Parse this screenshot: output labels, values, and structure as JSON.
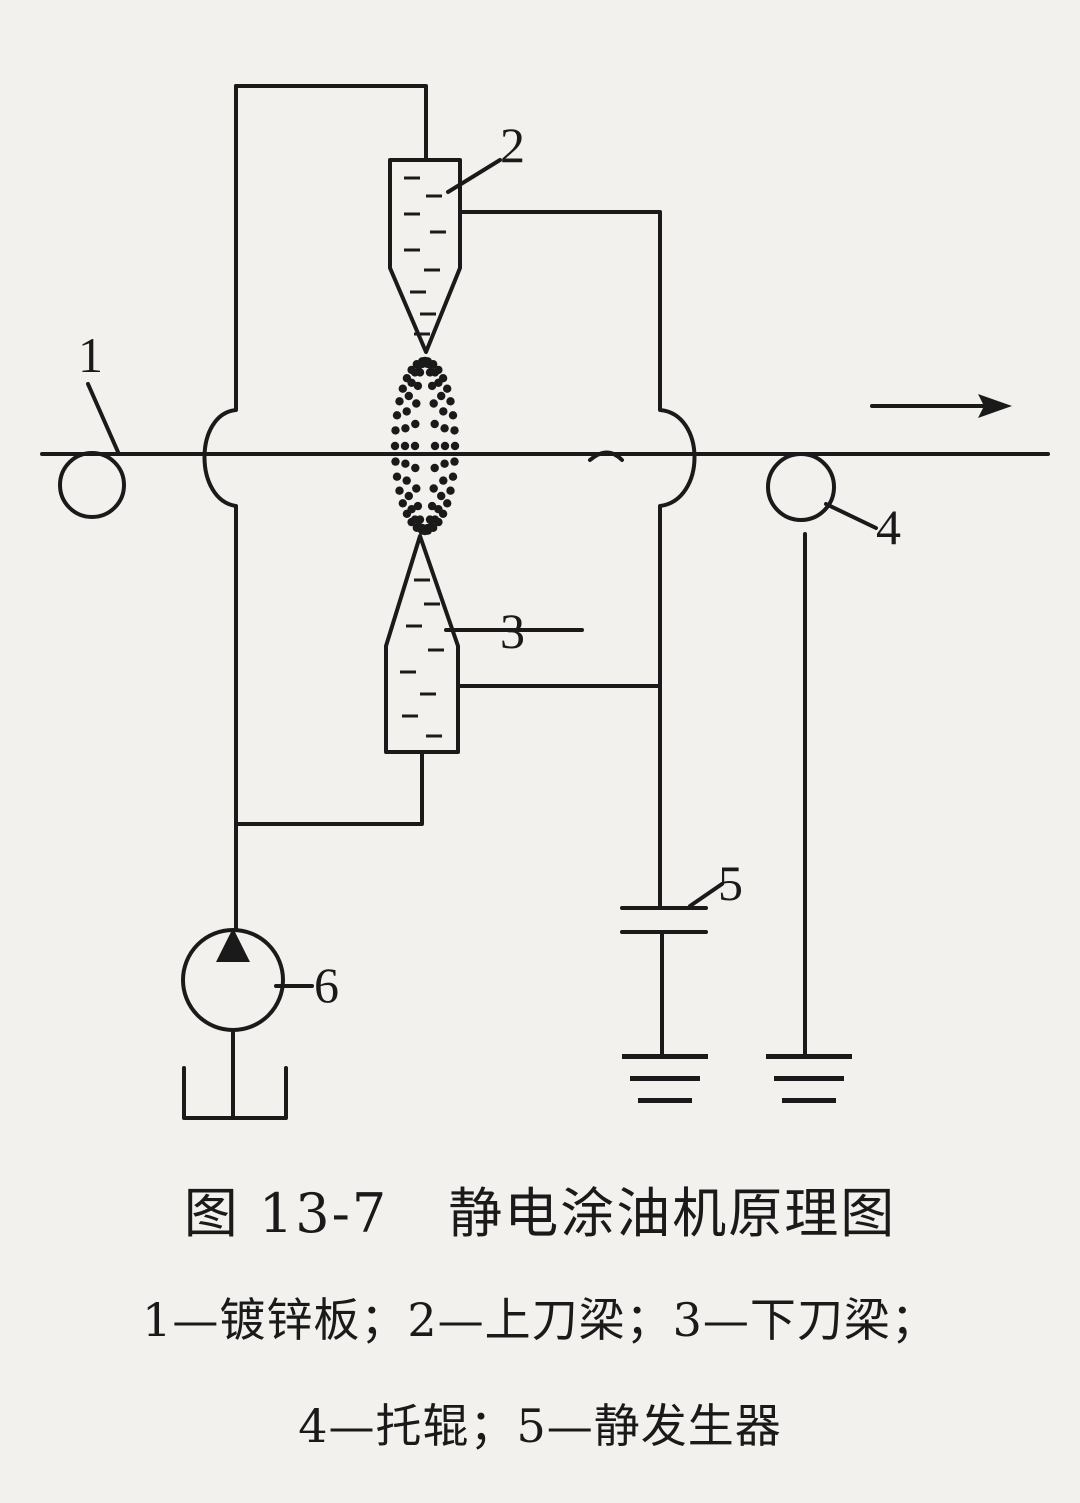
{
  "diagram": {
    "labels": {
      "strip": "1",
      "upper_beam": "2",
      "lower_beam": "3",
      "roller": "4",
      "generator": "5",
      "pump": "6"
    },
    "colors": {
      "ink": "#1a1a1a",
      "paper": "#f3f1ee"
    },
    "icons": [
      "arrow-right-icon",
      "ground-icon",
      "capacitor-icon",
      "pump-icon",
      "tank-icon"
    ]
  },
  "caption": {
    "figure_number": "图 13-7",
    "title": "静电涂油机原理图",
    "legend_line1": "1—镀锌板；2—上刀梁；3—下刀梁；",
    "legend_line2": "4—托辊；5—静发生器"
  }
}
